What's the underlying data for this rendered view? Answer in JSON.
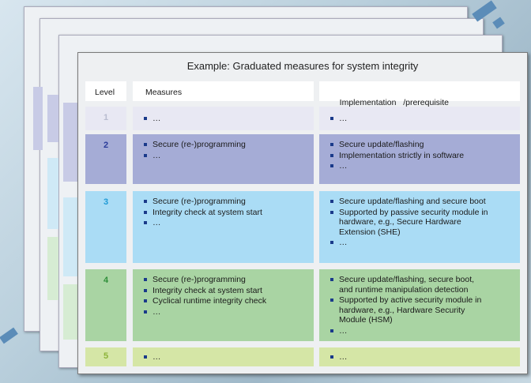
{
  "title": "Example: Graduated measures for system integrity",
  "headers": {
    "level": "Level",
    "measures": "Measures",
    "implementation": "Implementation   /prerequisite"
  },
  "rows": [
    {
      "level": "1",
      "measures": [
        "…"
      ],
      "implementation": [
        "…"
      ]
    },
    {
      "level": "2",
      "measures": [
        "Secure (re-)programming",
        "…"
      ],
      "implementation": [
        "Secure update/flashing",
        "Implementation strictly in software",
        "…"
      ]
    },
    {
      "level": "3",
      "measures": [
        "Secure (re-)programming",
        "Integrity check at system start",
        "…"
      ],
      "implementation": [
        "Secure update/flashing and secure boot",
        "Supported by passive security module in hardware, e.g., Secure Hardware Extension (SHE)",
        "…"
      ]
    },
    {
      "level": "4",
      "measures": [
        "Secure (re-)programming",
        "Integrity check at system start",
        "Cyclical runtime integrity check",
        "…"
      ],
      "implementation": [
        "Secure update/flashing, secure boot, and runtime manipulation detection",
        "Supported by active security module in hardware, e.g., Hardware Security Module (HSM)",
        "…"
      ]
    },
    {
      "level": "5",
      "measures": [
        "…"
      ],
      "implementation": [
        "…"
      ]
    }
  ],
  "colors": {
    "level1_bg": "#e8e8f3",
    "level1_text": "#b8bccf",
    "level2_bg": "#a5acd6",
    "level2_text": "#2b3c9a",
    "level3_bg": "#aadcf5",
    "level3_text": "#1e9ad6",
    "level4_bg": "#a9d4a3",
    "level4_text": "#2f8f3a",
    "level5_bg": "#d5e6a6",
    "level5_text": "#8db33a"
  }
}
